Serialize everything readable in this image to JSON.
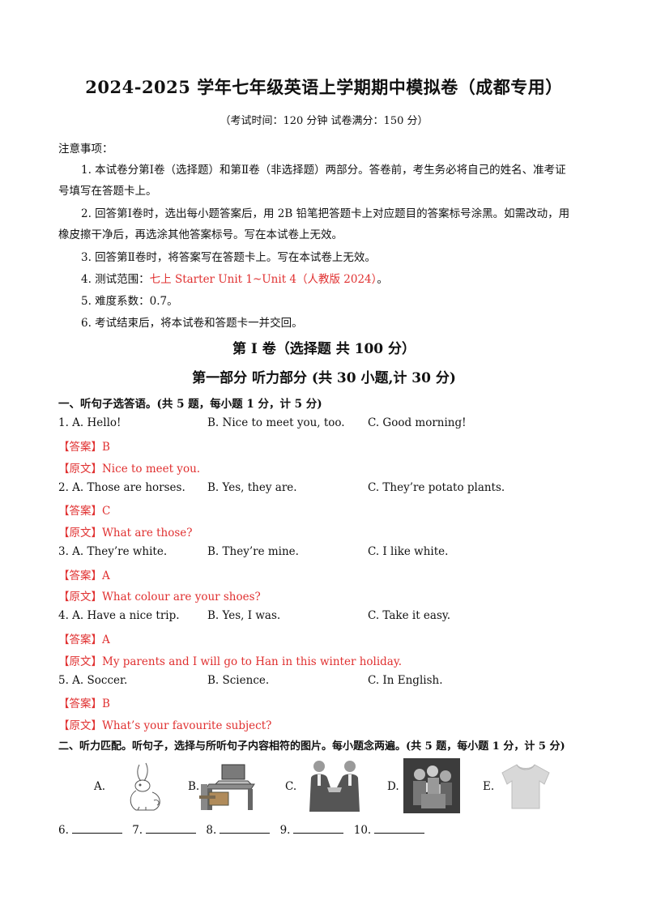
{
  "header": {
    "title": "2024-2025 学年七年级英语上学期期中模拟卷（成都专用）",
    "subtitle": "（考试时间：120 分钟    试卷满分：150 分）"
  },
  "notes": {
    "heading": "注意事项：",
    "item1_line1": "1. 本试卷分第Ⅰ卷（选择题）和第Ⅱ卷（非选择题）两部分。答卷前，考生务必将自己的姓名、准考证",
    "item1_line2": "号填写在答题卡上。",
    "item2_line1": "2. 回答第Ⅰ卷时，选出每小题答案后，用 2B 铅笔把答题卡上对应题目的答案标号涂黑。如需改动，用",
    "item2_line2": "橡皮擦干净后，再选涂其他答案标号。写在本试卷上无效。",
    "item3": "3. 回答第Ⅱ卷时，将答案写在答题卡上。写在本试卷上无效。",
    "item4_prefix": "4. 测试范围：",
    "item4_range": "七上 Starter Unit 1~Unit 4（人教版 2024）",
    "item4_suffix": "。",
    "item5": "5. 难度系数：0.7。",
    "item6": "6. 考试结束后，将本试卷和答题卡一并交回。"
  },
  "volume_title": "第 I 卷（选择题  共 100 分）",
  "part_title": "第一部分  听力部分  (共 30 小题,计 30 分)",
  "section1": {
    "heading": "一、听句子选答语。(共 5 题，每小题 1 分，计 5 分)",
    "questions": [
      {
        "a": "1. A. Hello!",
        "b": "B. Nice to meet you, too.",
        "c": "C. Good morning!",
        "answer": "【答案】B",
        "original": "【原文】Nice to meet you."
      },
      {
        "a": "2. A. Those are horses.",
        "b": "B. Yes, they are.",
        "c": "C. They’re potato plants.",
        "answer": "【答案】C",
        "original": "【原文】What are those?"
      },
      {
        "a": "3. A. They’re white.",
        "b": "B. They’re mine.",
        "c": "C. I like white.",
        "answer": "【答案】A",
        "original": "【原文】What colour are your shoes?"
      },
      {
        "a": "4. A. Have a nice trip.",
        "b": "B. Yes, I was.",
        "c": "C. Take it easy.",
        "answer": "【答案】A",
        "original": "【原文】My parents and I will go to Han in this winter holiday."
      },
      {
        "a": "5. A. Soccer.",
        "b": "B. Science.",
        "c": "C. In English.",
        "answer": "【答案】B",
        "original": "【原文】What’s your favourite subject?"
      }
    ]
  },
  "section2": {
    "heading": "二、听力匹配。听句子，选择与所听句子内容相符的图片。每小题念两遍。(共 5 题，每小题 1 分，计 5 分)",
    "labels": [
      "A.",
      "B.",
      "C.",
      "D.",
      "E."
    ],
    "blank_numbers": [
      "6.",
      "7.",
      "8.",
      "9.",
      "10."
    ]
  },
  "colors": {
    "answer_red": "#e03030",
    "text": "#111111"
  }
}
